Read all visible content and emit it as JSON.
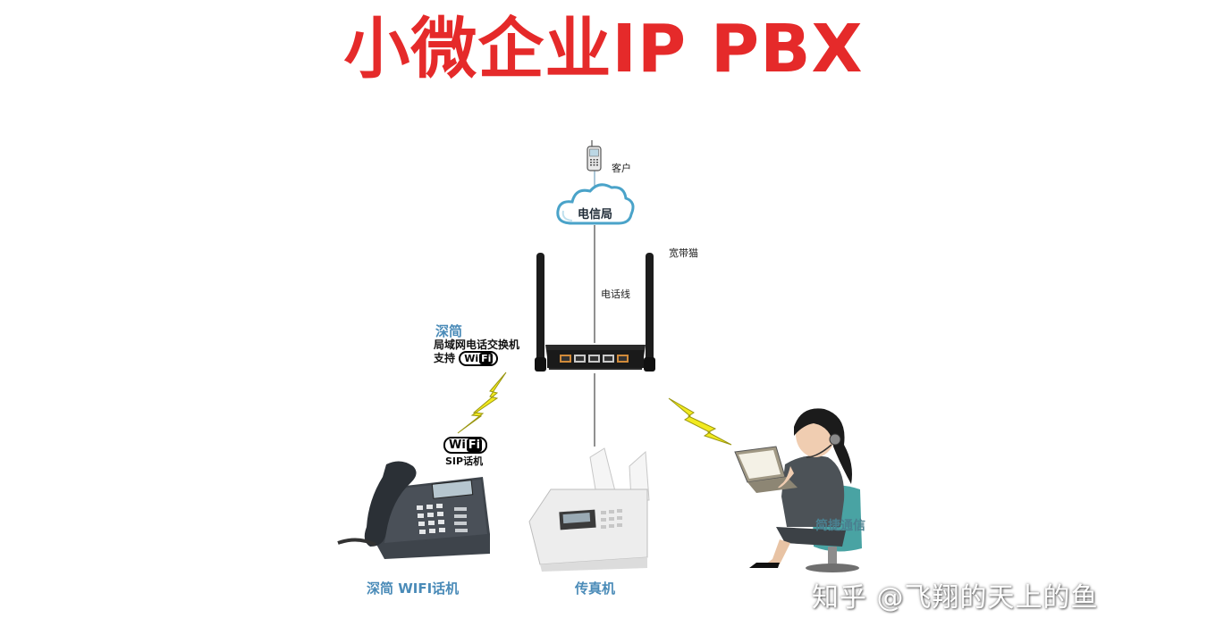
{
  "title": "小微企业IP PBX",
  "labels": {
    "customer": "客户",
    "telecom": "电信局",
    "modem": "宽带猫",
    "phone_line": "电话线"
  },
  "pbx": {
    "name": "深简",
    "desc1": "局域网电话交换机",
    "desc2": "支持"
  },
  "wifi_badge": {
    "wi": "Wi",
    "fi": "Fi"
  },
  "sip_label": "SIP话机",
  "chair_label": "简捷通信",
  "devices": {
    "wifi_phone": "深简 WIFI话机",
    "fax": "传真机"
  },
  "watermark": "知乎 @飞翔的天上的鱼",
  "colors": {
    "title": "#e52a2a",
    "device_label": "#4a8bb8",
    "lightning": "#f2ea1f",
    "cloud_stroke": "#4aa3c9"
  }
}
